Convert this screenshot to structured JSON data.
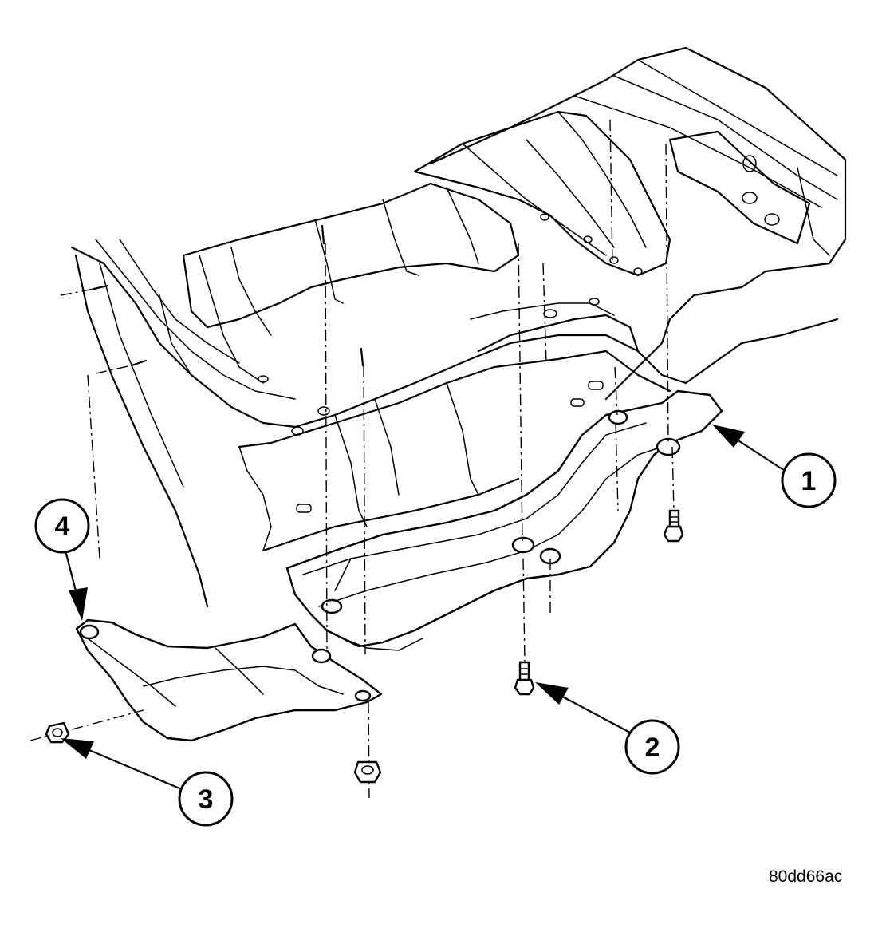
{
  "figure_id": "80dd66ac",
  "callouts": [
    {
      "num": "1",
      "icon": "callout-circle",
      "target": "center-heat-shield"
    },
    {
      "num": "2",
      "icon": "callout-circle",
      "target": "bolt"
    },
    {
      "num": "3",
      "icon": "callout-circle",
      "target": "nut"
    },
    {
      "num": "4",
      "icon": "callout-circle",
      "target": "front-heat-shield"
    }
  ]
}
